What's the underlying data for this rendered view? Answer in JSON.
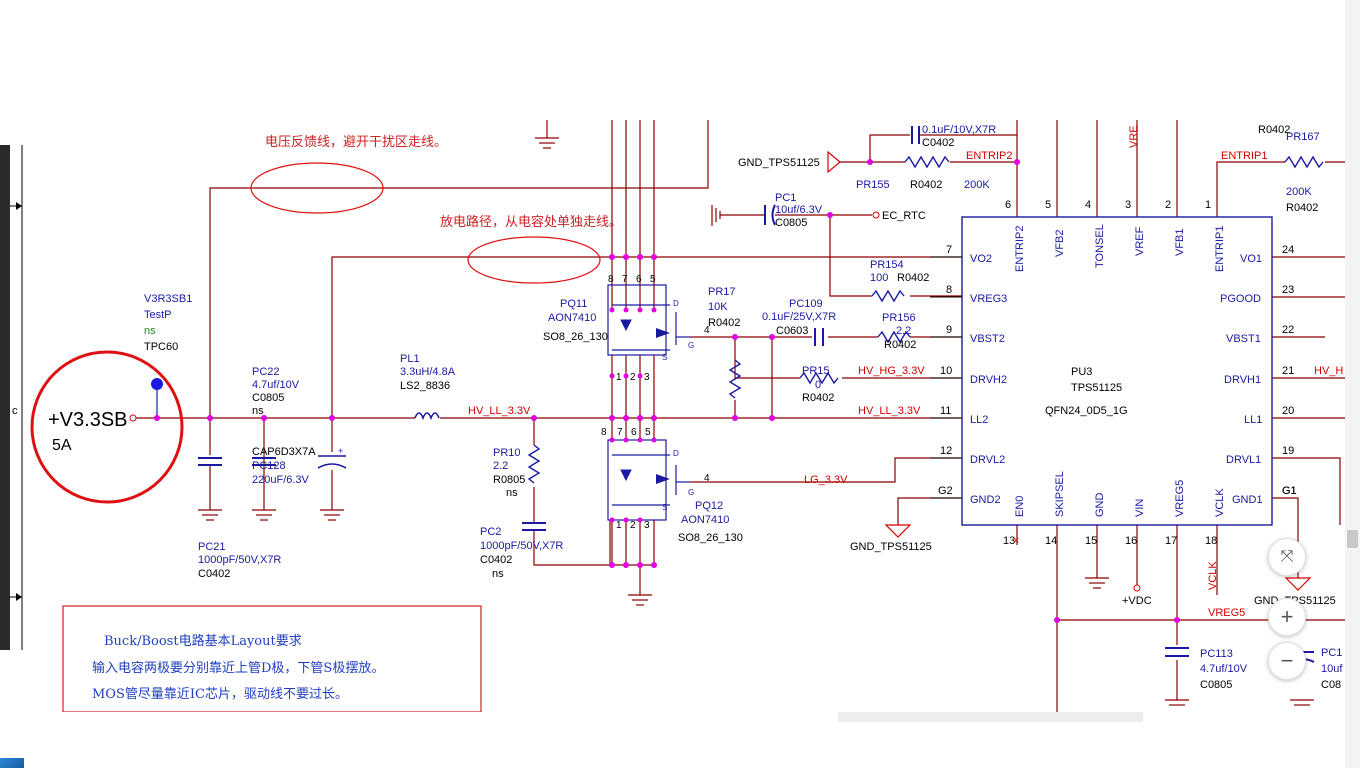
{
  "notes": {
    "feedback": "电压反馈线，避开干扰区走线。",
    "discharge": "放电路径，从电容处单独走线。",
    "box_title": "Buck/Boost电路基本Layout要求",
    "box_line1": "输入电容两极要分别靠近上管D极，下管S极摆放。",
    "box_line2": "MOS管尽量靠近IC芯片，驱动线不要过长。"
  },
  "source": {
    "name": "+V3.3SB",
    "current": "5A"
  },
  "testpoint": {
    "ref": "V3R3SB1",
    "type": "TestP",
    "ns": "ns",
    "pkg": "TPC60"
  },
  "c_edge": "c",
  "parts": {
    "pc22": [
      "PC22",
      "4.7uf/10V",
      "C0805",
      "ns"
    ],
    "pc128": [
      "CAP6D3X7A",
      "PC128",
      "220uF/6.3V"
    ],
    "pc21": [
      "PC21",
      "1000pF/50V,X7R",
      "C0402"
    ],
    "pl1": [
      "PL1",
      "3.3uH/4.8A",
      "LS2_8836"
    ],
    "pr10": [
      "PR10",
      "2.2",
      "R0805",
      "ns"
    ],
    "pc2": [
      "PC2",
      "1000pF/50V,X7R",
      "C0402",
      "ns"
    ],
    "pq11": [
      "PQ11",
      "AON7410",
      "SO8_26_130"
    ],
    "pq12": [
      "PQ12",
      "AON7410",
      "SO8_26_130"
    ],
    "pr17": [
      "PR17",
      "10K",
      "R0402"
    ],
    "pc109": [
      "PC109",
      "0.1uF/25V,X7R",
      "C0603"
    ],
    "pr156": [
      "PR156",
      "2.2",
      "R0402"
    ],
    "pr15": [
      "PR15",
      "0",
      "R0402"
    ],
    "pr154": [
      "PR154",
      "100",
      "R0402"
    ],
    "pc1": [
      "PC1",
      "10uf/6.3V",
      "C0805"
    ],
    "ec_rtc": "EC_RTC",
    "pr155": [
      "PR155",
      "R0402",
      "200K"
    ],
    "pr155_cap": [
      "0.1uF/10V,X7R",
      "C0402"
    ],
    "pr167": [
      "R0402",
      "PR167",
      "200K",
      "R0402"
    ],
    "pc113": [
      "PC113",
      "4.7uf/10V",
      "C0805"
    ],
    "pc1x": [
      "PC1",
      "10uf",
      "C08"
    ]
  },
  "nets": {
    "gnd1": "GND_TPS51125",
    "gnd2": "GND_TPS51125",
    "gnd3": "GND_TPS51125",
    "hv_ll_left": "HV_LL_3.3V",
    "hv_ll_right": "HV_LL_3.3V",
    "hv_hg": "HV_HG_3.3V",
    "lg": "LG_3.3V",
    "entrip2": "ENTRIP2",
    "entrip1": "ENTRIP1",
    "vdc": "+VDC",
    "vreg5": "VREG5",
    "vclk": "VCLK",
    "vre": "VRE",
    "hv_right": "HV_H",
    "g1": "G1"
  },
  "ic": {
    "ref": "PU3",
    "name": "TPS51125",
    "pkg": "QFN24_0D5_1G",
    "left_pins": [
      {
        "num": "7",
        "name": "VO2"
      },
      {
        "num": "8",
        "name": "VREG3"
      },
      {
        "num": "9",
        "name": "VBST2"
      },
      {
        "num": "10",
        "name": "DRVH2"
      },
      {
        "num": "11",
        "name": "LL2"
      },
      {
        "num": "12",
        "name": "DRVL2"
      },
      {
        "num": "G2",
        "name": "GND2"
      }
    ],
    "right_pins": [
      {
        "num": "24",
        "name": "VO1"
      },
      {
        "num": "23",
        "name": "PGOOD"
      },
      {
        "num": "22",
        "name": "VBST1"
      },
      {
        "num": "21",
        "name": "DRVH1"
      },
      {
        "num": "20",
        "name": "LL1"
      },
      {
        "num": "19",
        "name": "DRVL1"
      },
      {
        "num": "G1",
        "name": "GND1"
      }
    ],
    "top_pins": [
      {
        "num": "6",
        "name": "ENTRIP2"
      },
      {
        "num": "5",
        "name": "VFB2"
      },
      {
        "num": "4",
        "name": "TONSEL"
      },
      {
        "num": "3",
        "name": "VREF"
      },
      {
        "num": "2",
        "name": "VFB1"
      },
      {
        "num": "1",
        "name": "ENTRIP1"
      }
    ],
    "bottom_pins": [
      {
        "num": "13",
        "name": "EN0"
      },
      {
        "num": "14",
        "name": "SKIPSEL"
      },
      {
        "num": "15",
        "name": "GND"
      },
      {
        "num": "16",
        "name": "VIN"
      },
      {
        "num": "17",
        "name": "VREG5"
      },
      {
        "num": "18",
        "name": "VCLK"
      }
    ]
  },
  "mos_pins": {
    "top": [
      "8",
      "7",
      "6",
      "5"
    ],
    "bottom": [
      "1",
      "2",
      "3"
    ],
    "gate": "4",
    "d": "D",
    "s": "S",
    "g": "G"
  },
  "zoom": {
    "fit": "⤧",
    "in": "+",
    "out": "−"
  },
  "colors": {
    "wire": "#8b0000",
    "net": "#d40000",
    "part": "#1a1aa0",
    "junction": "#e000e0",
    "ring": "#dd1111",
    "box": "#cc2222",
    "note_blue": "#1f3fbf"
  }
}
